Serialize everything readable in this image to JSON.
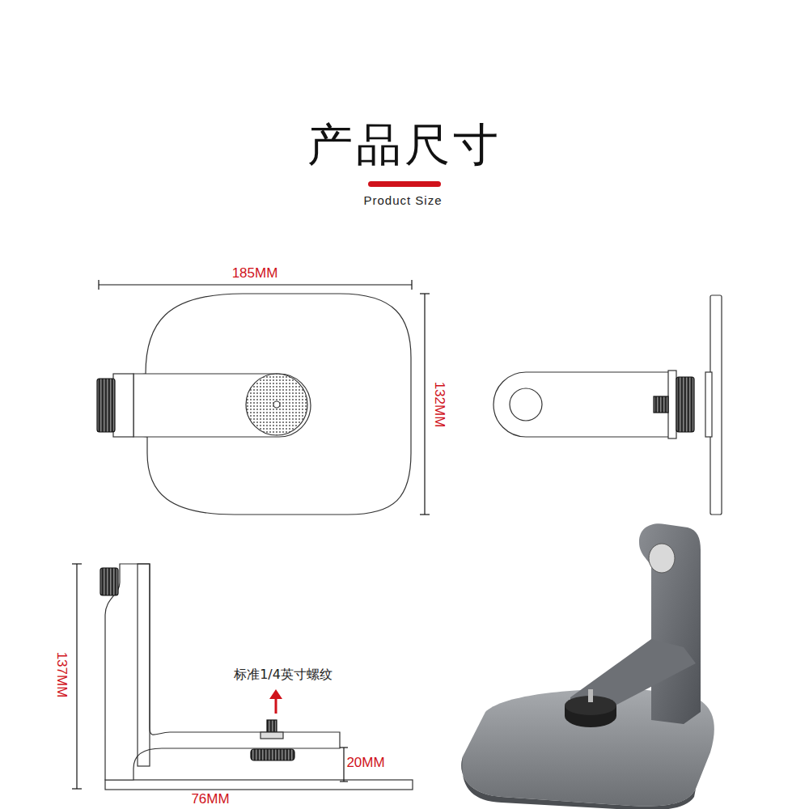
{
  "diagram": {
    "title": "产品尺寸",
    "labels": [
      "Product Size",
      "185MM",
      "132MM",
      "标准1/4英寸螺纹",
      "137MM",
      "20MM",
      "76MM"
    ]
  }
}
